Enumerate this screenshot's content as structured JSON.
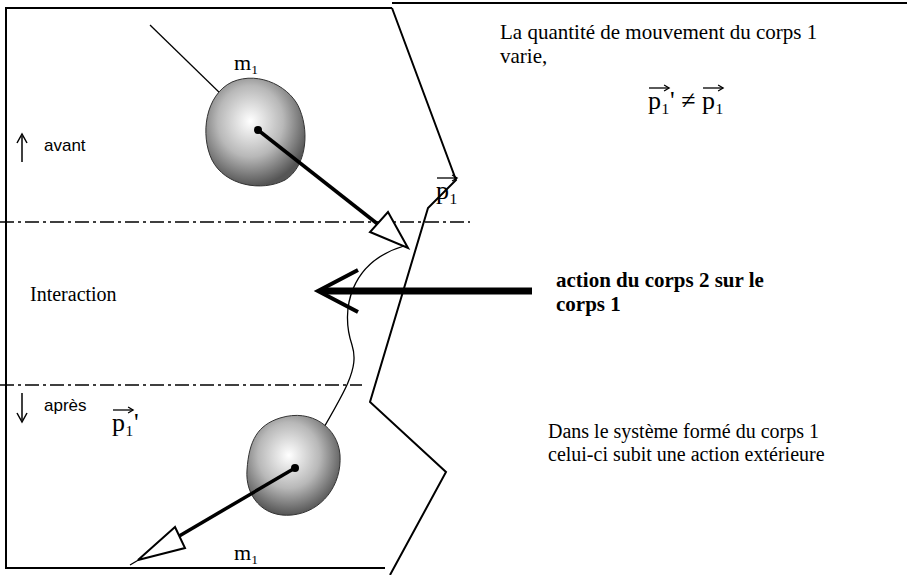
{
  "diagram": {
    "labels": [
      "m₁",
      "p₁",
      "avant",
      "Interaction",
      "après",
      "p₁'",
      "m₁",
      "La quantité de mouvement du corps 1 varie,",
      "p₁' ≠ p₁",
      "action du corps 2 sur le corps 1",
      "Dans le système formé du corps 1 celui-ci subit une action extérieure"
    ]
  }
}
